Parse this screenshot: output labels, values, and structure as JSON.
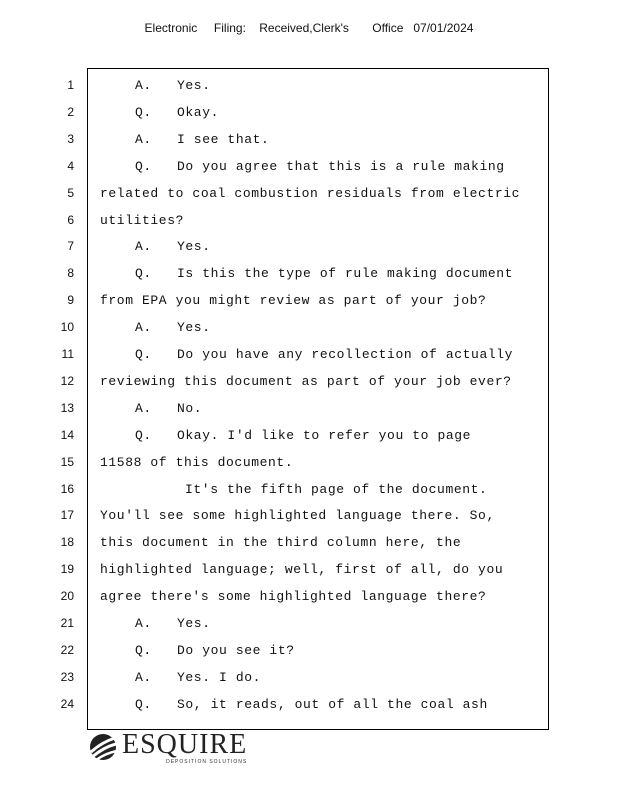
{
  "header": "Electronic     Filing:    Received,Clerk's       Office   07/01/2024",
  "logo": {
    "name": "ESQUIRE",
    "tagline": "DEPOSITION SOLUTIONS"
  },
  "lines": [
    {
      "n": "1",
      "indent": "qa",
      "text": "A.   Yes."
    },
    {
      "n": "2",
      "indent": "qa",
      "text": "Q.   Okay."
    },
    {
      "n": "3",
      "indent": "qa",
      "text": "A.   I see that."
    },
    {
      "n": "4",
      "indent": "qa",
      "text": "Q.   Do you agree that this is a rule making"
    },
    {
      "n": "5",
      "indent": "none",
      "text": "related to coal combustion residuals from electric"
    },
    {
      "n": "6",
      "indent": "none",
      "text": "utilities?"
    },
    {
      "n": "7",
      "indent": "qa",
      "text": "A.   Yes."
    },
    {
      "n": "8",
      "indent": "qa",
      "text": "Q.   Is this the type of rule making document"
    },
    {
      "n": "9",
      "indent": "none",
      "text": "from EPA you might review as part of your job?"
    },
    {
      "n": "10",
      "indent": "qa",
      "text": "A.   Yes."
    },
    {
      "n": "11",
      "indent": "qa",
      "text": "Q.   Do you have any recollection of actually"
    },
    {
      "n": "12",
      "indent": "none",
      "text": "reviewing this document as part of your job ever?"
    },
    {
      "n": "13",
      "indent": "qa",
      "text": "A.   No."
    },
    {
      "n": "14",
      "indent": "qa",
      "text": "Q.   Okay. I'd like to refer you to page"
    },
    {
      "n": "15",
      "indent": "none",
      "text": "11588 of this document."
    },
    {
      "n": "16",
      "indent": "para",
      "text": "It's the fifth page of the document."
    },
    {
      "n": "17",
      "indent": "none",
      "text": "You'll see some highlighted language there. So,"
    },
    {
      "n": "18",
      "indent": "none",
      "text": "this document in the third column here, the"
    },
    {
      "n": "19",
      "indent": "none",
      "text": "highlighted language; well, first of all, do you"
    },
    {
      "n": "20",
      "indent": "none",
      "text": "agree there's some highlighted language there?"
    },
    {
      "n": "21",
      "indent": "qa",
      "text": "A.   Yes."
    },
    {
      "n": "22",
      "indent": "qa",
      "text": "Q.   Do you see it?"
    },
    {
      "n": "23",
      "indent": "qa",
      "text": "A.   Yes. I do."
    },
    {
      "n": "24",
      "indent": "qa",
      "text": "Q.   So, it reads, out of all the coal ash"
    }
  ]
}
